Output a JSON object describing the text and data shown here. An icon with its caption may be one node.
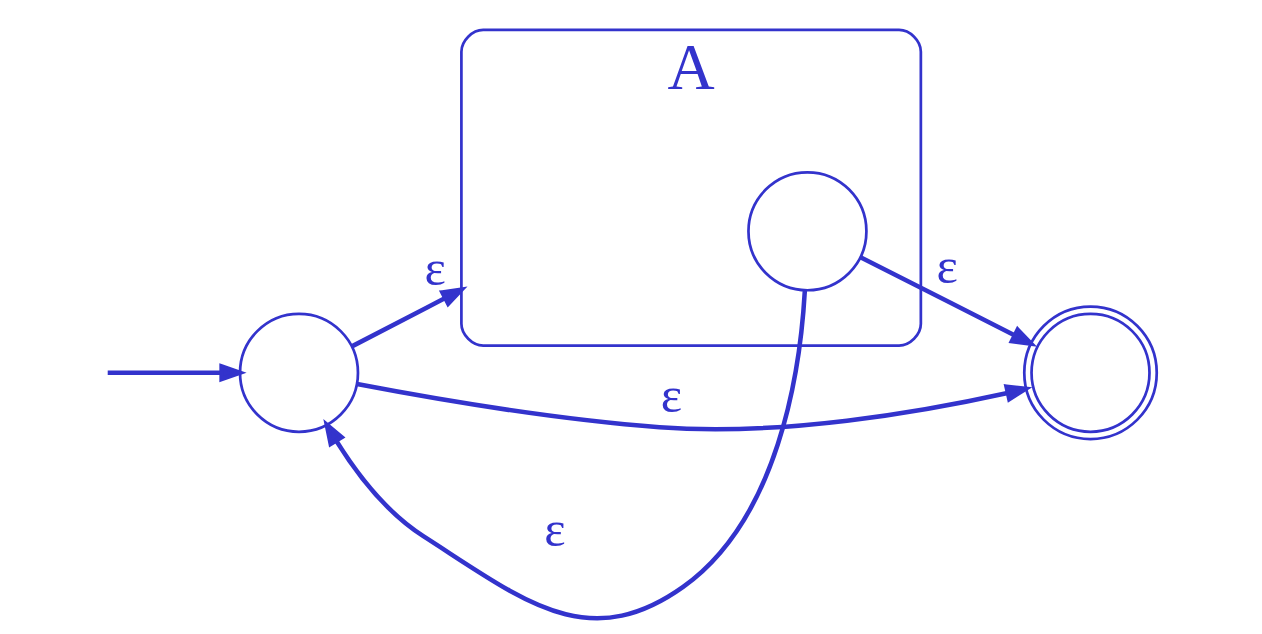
{
  "diagram": {
    "nodes": [
      {
        "text": [],
        "shape": "circle"
      },
      {
        "text": [
          "A"
        ]
      },
      {
        "text": [],
        "shape": "circle",
        "in": 1
      },
      {
        "text": [],
        "shape": "circle"
      }
    ],
    "edges": [
      {
        "from": null,
        "to": 0,
        "arrow": "to"
      },
      {
        "from": 0,
        "to": 1,
        "arrow": "to",
        "label": "ε"
      },
      {
        "from": 2,
        "to": 0,
        "arrow": "to",
        "label": "ε"
      },
      {
        "from": 2,
        "to": 3,
        "arrow": "to",
        "label": "ε"
      },
      {
        "from": 0,
        "to": 3,
        "arrow": "to",
        "label": "ε"
      }
    ]
  }
}
